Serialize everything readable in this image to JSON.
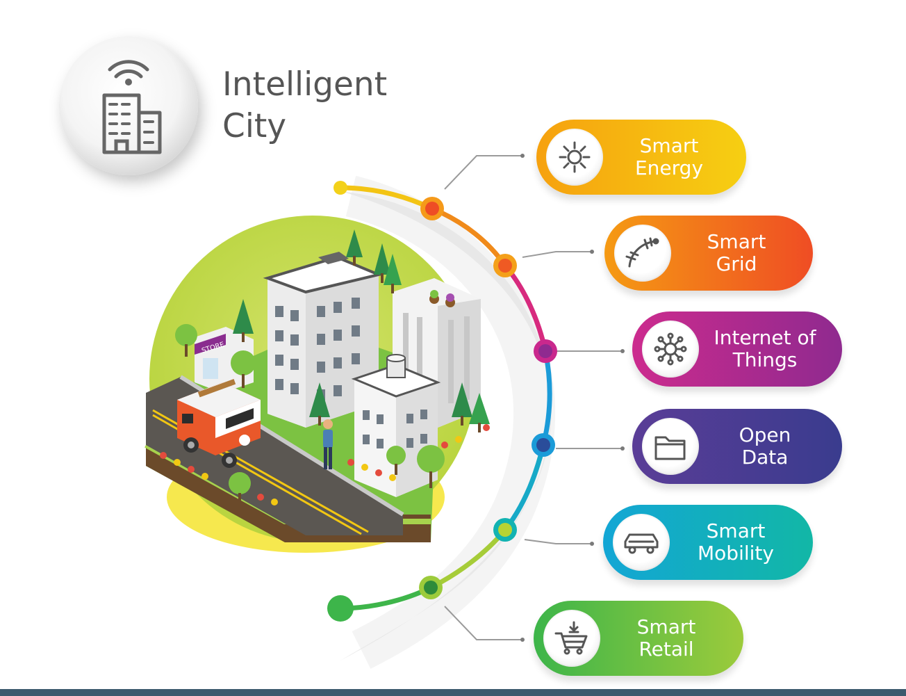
{
  "title": {
    "line1": "Intelligent",
    "line2": "City"
  },
  "items": [
    {
      "line1": "Smart",
      "line2": "Energy",
      "icon": "sun-icon",
      "color_start": "#f6a10f",
      "color_end": "#f6cf12"
    },
    {
      "line1": "Smart",
      "line2": "Grid",
      "icon": "grid-curve-icon",
      "color_start": "#f59a13",
      "color_end": "#ef4d24"
    },
    {
      "line1": "Internet of",
      "line2": "Things",
      "icon": "iot-network-icon",
      "color_start": "#cc2b8e",
      "color_end": "#8f2a8f"
    },
    {
      "line1": "Open",
      "line2": "Data",
      "icon": "folder-icon",
      "color_start": "#5a3d97",
      "color_end": "#3a3c8e"
    },
    {
      "line1": "Smart",
      "line2": "Mobility",
      "icon": "car-icon",
      "color_start": "#13a6d5",
      "color_end": "#12b7a6"
    },
    {
      "line1": "Smart",
      "line2": "Retail",
      "icon": "shopping-cart-icon",
      "color_start": "#3db54a",
      "color_end": "#9ccb3b"
    }
  ],
  "store_sign": "STORE"
}
